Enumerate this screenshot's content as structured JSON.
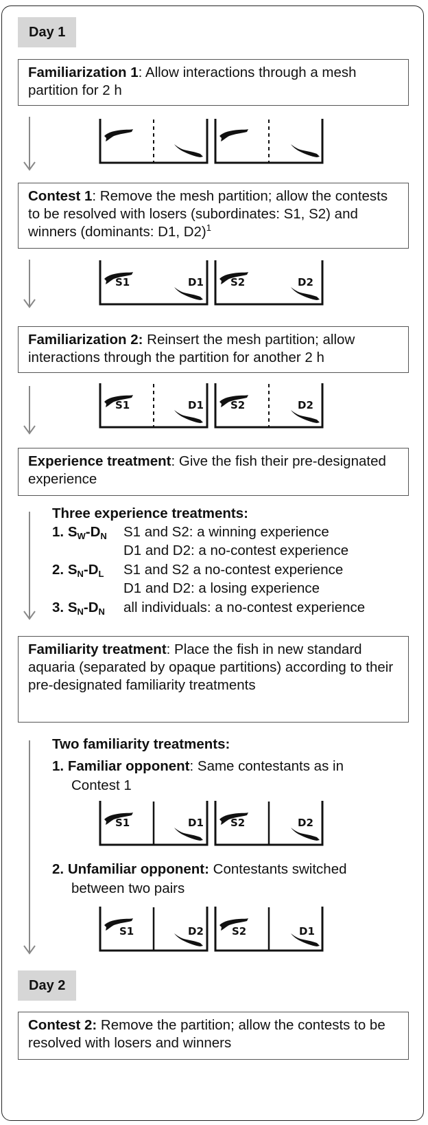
{
  "colors": {
    "border": "#222222",
    "day_fill": "#d6d6d6",
    "arrow": "#888888",
    "fish": "#111111"
  },
  "day1": "Day 1",
  "day2": "Day 2",
  "fam1": {
    "title": "Familiarization 1",
    "text": ": Allow interactions through a mesh partition for 2 h"
  },
  "contest1": {
    "title": "Contest 1",
    "text": ": Remove the mesh partition; allow the contests to be resolved with losers (subordinates: S1, S2) and winners (dominants: D1, D2)",
    "sup": "1"
  },
  "fam2": {
    "title": "Familiarization 2:",
    "text": " Reinsert the mesh partition; allow interactions through the partition for another 2 h"
  },
  "exp": {
    "title": "Experience treatment",
    "text": ": Give the fish their pre-designated experience"
  },
  "exp_list": {
    "heading": "Three experience treatments:",
    "t1": {
      "num": "1.",
      "a": "S",
      "as": "W",
      "dash": "-",
      "b": "D",
      "bs": "N",
      "line1": "S1 and S2: a winning experience",
      "line2": "D1 and D2:  a no-contest experience"
    },
    "t2": {
      "num": "2.",
      "a": "S",
      "as": "N",
      "dash": "-",
      "b": "D",
      "bs": "L",
      "line1": "S1 and S2 a no-contest experience",
      "line2": "D1 and D2: a losing experience"
    },
    "t3": {
      "num": "3.",
      "a": "S",
      "as": "N",
      "dash": "-",
      "b": "D",
      "bs": "N",
      "line1": "all individuals: a no-contest experience"
    }
  },
  "famt": {
    "title": "Familiarity treatment",
    "text": ": Place the fish in new standard aquaria (separated by opaque partitions) according to their pre-designated familiarity treatments"
  },
  "famt_list": {
    "heading": "Two familiarity treatments:",
    "f1": {
      "num": "1.",
      "title": "Familiar opponent",
      "line1": ":  Same contestants as in",
      "line2": "Contest 1"
    },
    "f2": {
      "num": "2.",
      "title": "Unfamiliar opponent:",
      "line1": " Contestants switched",
      "line2": "between two pairs"
    }
  },
  "contest2": {
    "title": "Contest 2:",
    "text": " Remove the partition; allow the contests to be resolved with losers and winners"
  },
  "tank_labels": {
    "r2": [
      "S1",
      "D1",
      "S2",
      "D2"
    ],
    "r3": [
      "S1",
      "D1",
      "S2",
      "D2"
    ],
    "r4": [
      "S1",
      "D1",
      "S2",
      "D2"
    ],
    "r5": [
      "S1",
      "D2",
      "S2",
      "D1"
    ]
  }
}
